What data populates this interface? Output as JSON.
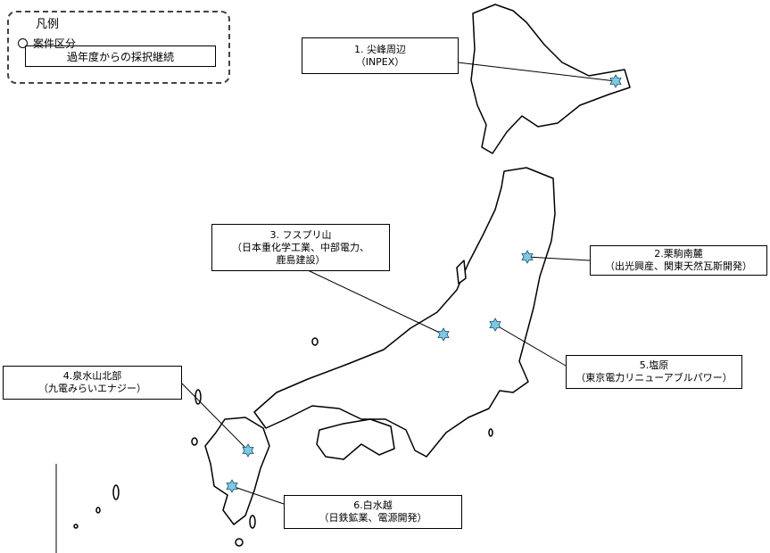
{
  "legend": {
    "title": "凡例",
    "category_label": "案件区分",
    "category_item": "過年度からの採択継続"
  },
  "sites": [
    {
      "name": "1. 尖峰周辺",
      "org": "（INPEX）"
    },
    {
      "name": "2.栗駒南麓",
      "org": "（出光興産、関東天然瓦斯開発）"
    },
    {
      "name": "3. フスプリ山",
      "org": "（日本重化学工業、中部電力、",
      "org2": "鹿島建設）"
    },
    {
      "name": "4.泉水山北部",
      "org": "（九電みらいエナジー）"
    },
    {
      "name": "5.塩原",
      "org": "（東京電力リニューアブルパワー）"
    },
    {
      "name": "6.白水越",
      "org": "（日鉄鉱業、電源開発）"
    }
  ],
  "colors": {
    "marker": "#7ec8e3",
    "outline": "#000000"
  }
}
